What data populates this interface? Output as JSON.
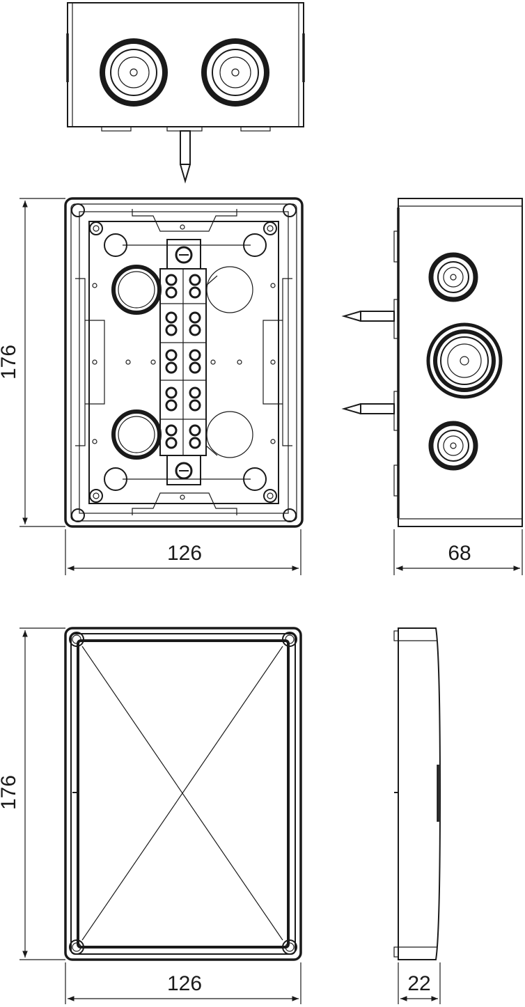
{
  "dimensions": {
    "mid_height": "176",
    "mid_width": "126",
    "side_depth": "68",
    "bottom_height": "176",
    "bottom_width": "126",
    "lid_depth": "22"
  }
}
